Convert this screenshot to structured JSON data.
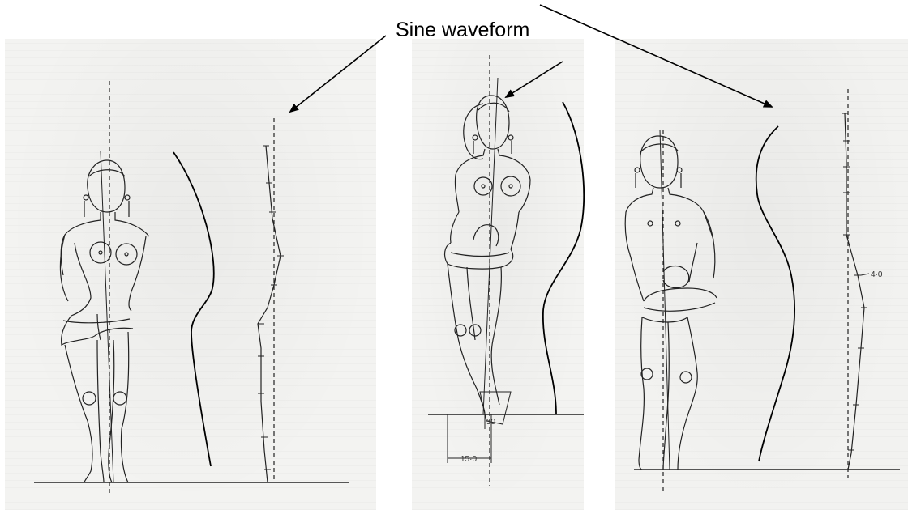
{
  "annotation": {
    "text": "Sine waveform"
  },
  "figures": [
    {
      "id": "left",
      "scale_marks": []
    },
    {
      "id": "middle",
      "scale_marks": [
        "50",
        "15·0"
      ]
    },
    {
      "id": "right",
      "scale_marks": [
        "4·0"
      ]
    }
  ],
  "colors": {
    "ink": "#000000",
    "paper": "#f3f3f1",
    "background": "#ffffff"
  }
}
